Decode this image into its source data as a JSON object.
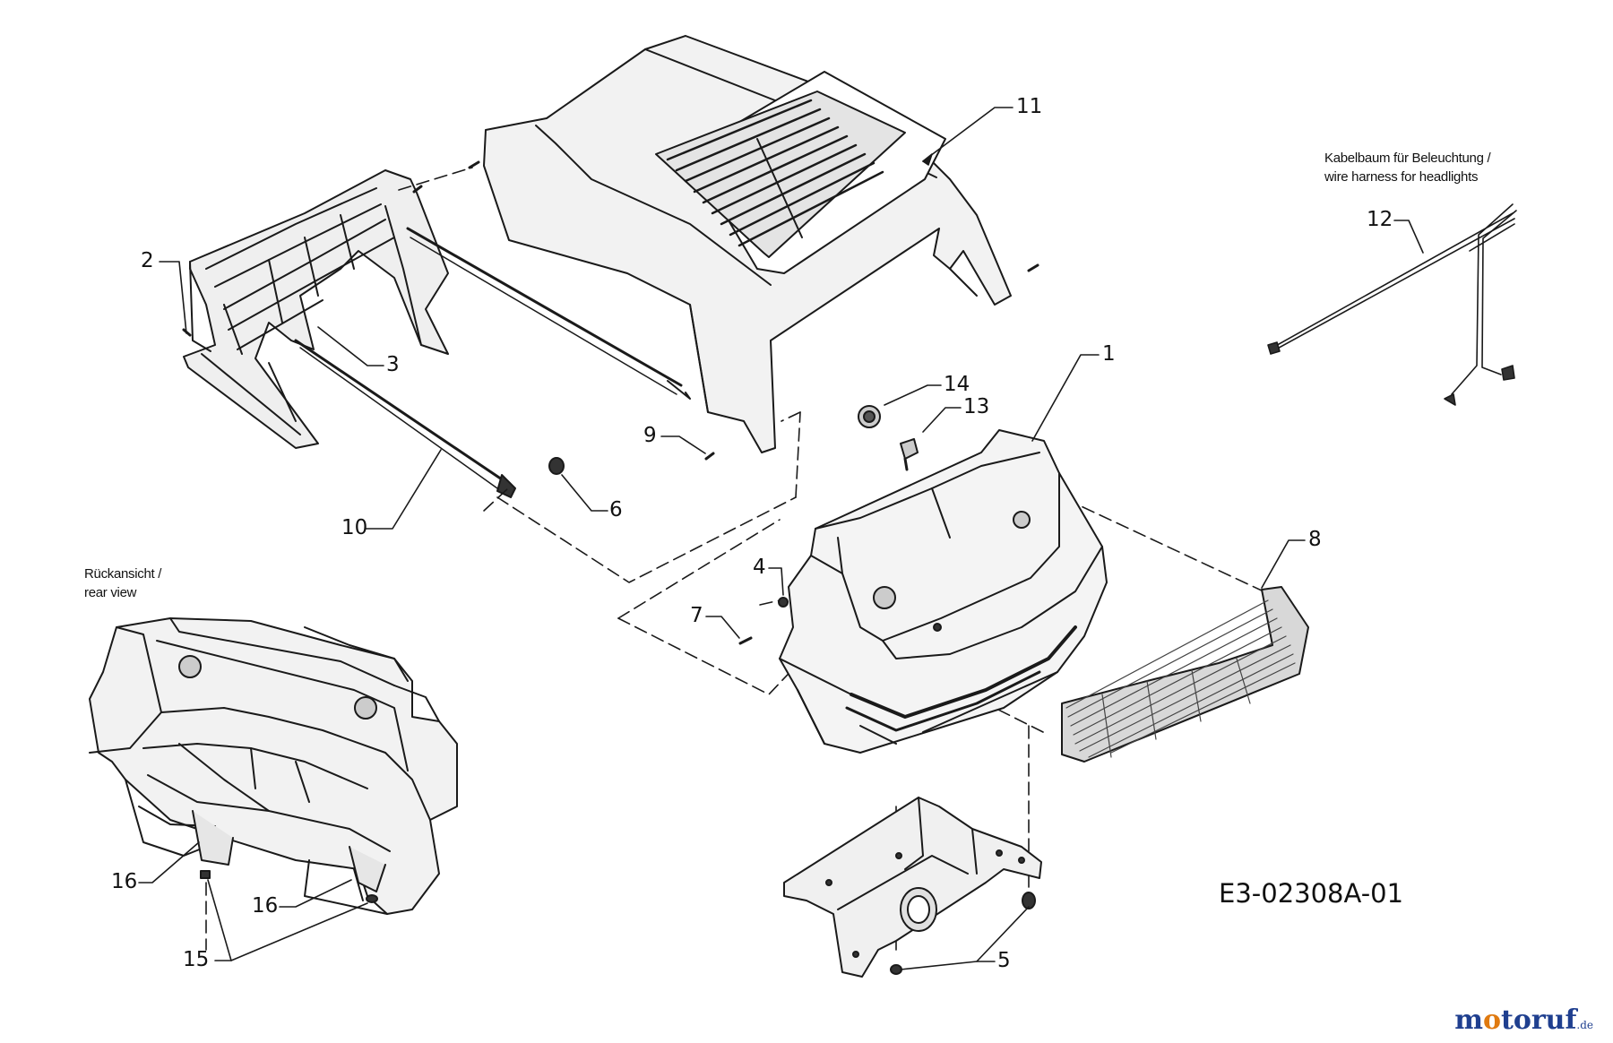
{
  "diagram": {
    "part_numbers": {
      "p1": "1",
      "p2": "2",
      "p3": "3",
      "p4": "4",
      "p5": "5",
      "p6": "6",
      "p7": "7",
      "p8": "8",
      "p9": "9",
      "p10": "10",
      "p11": "11",
      "p12": "12",
      "p13": "13",
      "p14": "14",
      "p15": "15",
      "p16a": "16",
      "p16b": "16"
    },
    "notes": {
      "harness_line1": "Kabelbaum für Beleuchtung /",
      "harness_line2": "wire harness for headlights",
      "rear_line1": "Rückansicht /",
      "rear_line2": "rear view"
    },
    "drawing_code": "E3-02308A-01"
  },
  "watermark": {
    "brand": "motoruf",
    "suffix": ".de",
    "colors": {
      "primary": "#1f3f8f",
      "accent": "#e07a10"
    }
  },
  "icons": [
    "hood-shell",
    "dashboard-frame",
    "grille",
    "front-bumper",
    "mount-bracket",
    "headlight-bulb",
    "bolt",
    "wire-harness",
    "rear-view-hood"
  ]
}
